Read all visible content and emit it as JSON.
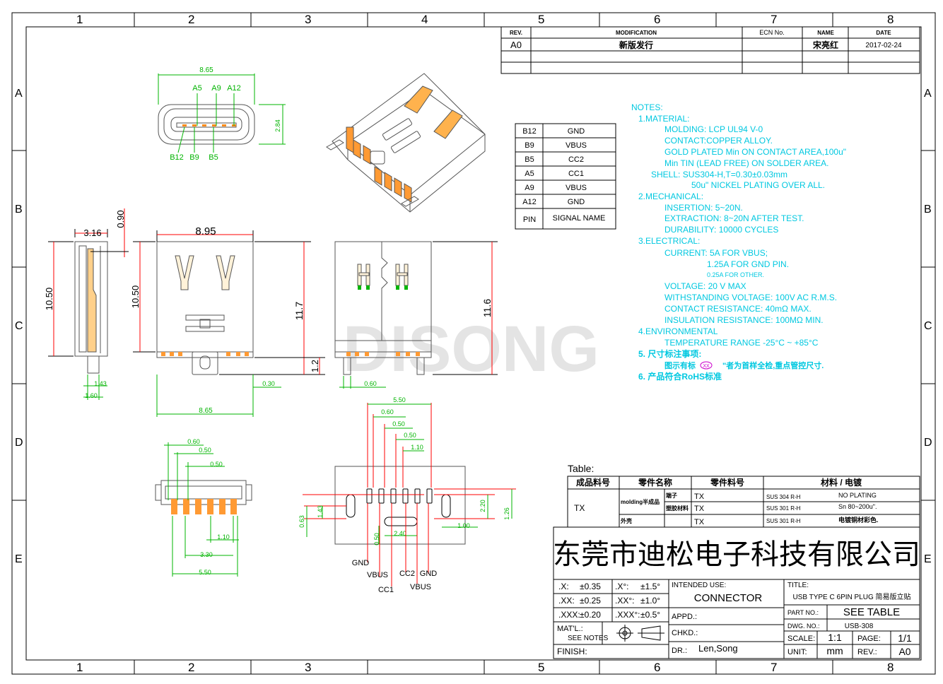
{
  "border": {
    "cols": [
      "1",
      "2",
      "3",
      "4",
      "5",
      "6",
      "7",
      "8"
    ],
    "rows": [
      "A",
      "B",
      "C",
      "D",
      "E"
    ]
  },
  "revision": {
    "headers": [
      "REV.",
      "MODIFICATION",
      "ECN No.",
      "NAME",
      "DATE"
    ],
    "row": {
      "rev": "A0",
      "modification": "新版发行",
      "ecn": "",
      "name": "宋亮红",
      "date": "2017-02-24"
    }
  },
  "pin_table": {
    "rows": [
      {
        "pin": "B12",
        "signal": "GND"
      },
      {
        "pin": "B9",
        "signal": "VBUS"
      },
      {
        "pin": "B5",
        "signal": "CC2"
      },
      {
        "pin": "A5",
        "signal": "CC1"
      },
      {
        "pin": "A9",
        "signal": "VBUS"
      },
      {
        "pin": "A12",
        "signal": "GND"
      }
    ],
    "header": {
      "pin": "PIN",
      "signal": "SIGNAL NAME"
    }
  },
  "notes": {
    "title": "NOTES:",
    "lines": [
      "1.MATERIAL:",
      "MOLDING: LCP UL94 V-0",
      "CONTACT:COPPER ALLOY.",
      "GOLD PLATED Min ON CONTACT AREA,100u\"",
      "Min TIN (LEAD FREE) ON SOLDER AREA.",
      "SHELL: SUS304-H,T=0.30±0.03mm",
      "50u\" NICKEL PLATING OVER ALL.",
      "2.MECHANICAL:",
      "INSERTION: 5~20N.",
      "EXTRACTION: 8~20N AFTER TEST.",
      "DURABILITY: 10000 CYCLES",
      "3.ELECTRICAL:",
      "CURRENT: 5A FOR VBUS;",
      "1.25A FOR GND PIN.",
      "0.25A FOR OTHER.",
      "VOLTAGE: 20 V MAX",
      "WITHSTANDING VOLTAGE: 100V AC R.M.S.",
      "CONTACT RESISTANCE: 40mΩ MAX.",
      "INSULATION RESISTANCE: 100MΩ MIN.",
      "4.ENVIRONMENTAL",
      "TEMPERATURE RANGE -25°C ~ +85°C",
      "5. 尺寸标注事项:",
      "图示有标",
      "\"者为首样全检,重点管控尺寸.",
      "6. 产品符合RoHS标准"
    ],
    "inspect_mark": "XX"
  },
  "watermark": "DISONG",
  "dims": {
    "top_width": "8.65",
    "top_height": "2.84",
    "top_pins_top": [
      "A5",
      "A9",
      "A12"
    ],
    "top_pins_bottom": [
      "B12",
      "B9",
      "B5"
    ],
    "side_w": "3.16",
    "side_top": "0.90",
    "side_h": "10.50",
    "side_foot1": "1.43",
    "side_foot2": "1.60",
    "front_w": "8.95",
    "front_h": "10.50",
    "front_total": "11.7",
    "front_leg": "1.2",
    "front_foot": "0.30",
    "front_bottom": "8.65",
    "back_h": "11.6",
    "back_foot": "0.60",
    "bot_dims": [
      "0.60",
      "0.50",
      "0.50",
      "1.10",
      "3.30",
      "5.50"
    ],
    "pcb_top": [
      "5.50",
      "0.60",
      "0.50",
      "0.50",
      "1.10"
    ],
    "pcb_side": [
      "2.20",
      "1.26",
      "1.00",
      "0.63",
      "1.43"
    ],
    "pcb_mid": [
      "0.50",
      "2.40"
    ],
    "pcb_labels_left": [
      "GND",
      "VBUS",
      "CC1"
    ],
    "pcb_labels_right": [
      "CC2",
      "GND",
      "VBUS"
    ]
  },
  "parts": {
    "label": "Table:",
    "headers": [
      "成品料号",
      "零件名称",
      "零件料号",
      "材料 / 电镀"
    ],
    "product": "TX",
    "name_rows": [
      "molding半成品",
      "外壳"
    ],
    "subparts": [
      "端子",
      "塑胶材料",
      ""
    ],
    "part_no": [
      "TX",
      "TX",
      "TX"
    ],
    "material": [
      "SUS 304 R-H",
      "SUS 301 R-H",
      "SUS 301 R-H"
    ],
    "plating": [
      "NO PLATING",
      "Sn 80~200u\".",
      "电镀铜材彩色."
    ]
  },
  "title_block": {
    "company": "东莞市迪松电子科技有限公司",
    "tol": [
      {
        "lin": ".X:",
        "lv": "±0.35",
        "ang": ".X°:",
        "av": "±1.5°"
      },
      {
        "lin": ".XX:",
        "lv": "±0.25",
        "ang": ".XX°:",
        "av": "±1.0°"
      },
      {
        "lin": ".XXX:",
        "lv": "±0.20",
        "ang": ".XXX°:",
        "av": "±0.5°"
      }
    ],
    "intended_label": "INTENDED USE:",
    "intended": "CONNECTOR",
    "title_label": "TITLE:",
    "title": "USB TYPE C 6PIN PLUG 简易版立贴",
    "part_label": "PART NO.:",
    "part": "SEE TABLE",
    "dwg_label": "DWG. NO.:",
    "dwg": "USB-308",
    "appd": "APPD.:",
    "chkd": "CHKD.:",
    "dr_label": "DR.:",
    "dr": "Len,Song",
    "matl": "MAT'L.:",
    "matl_v": "SEE NOTES",
    "finish": "FINISH:",
    "scale_label": "SCALE:",
    "scale": "1:1",
    "page_label": "PAGE:",
    "page": "1/1",
    "unit_label": "UNIT:",
    "unit": "mm",
    "rev_label": "REV.:",
    "rev": "A0"
  }
}
